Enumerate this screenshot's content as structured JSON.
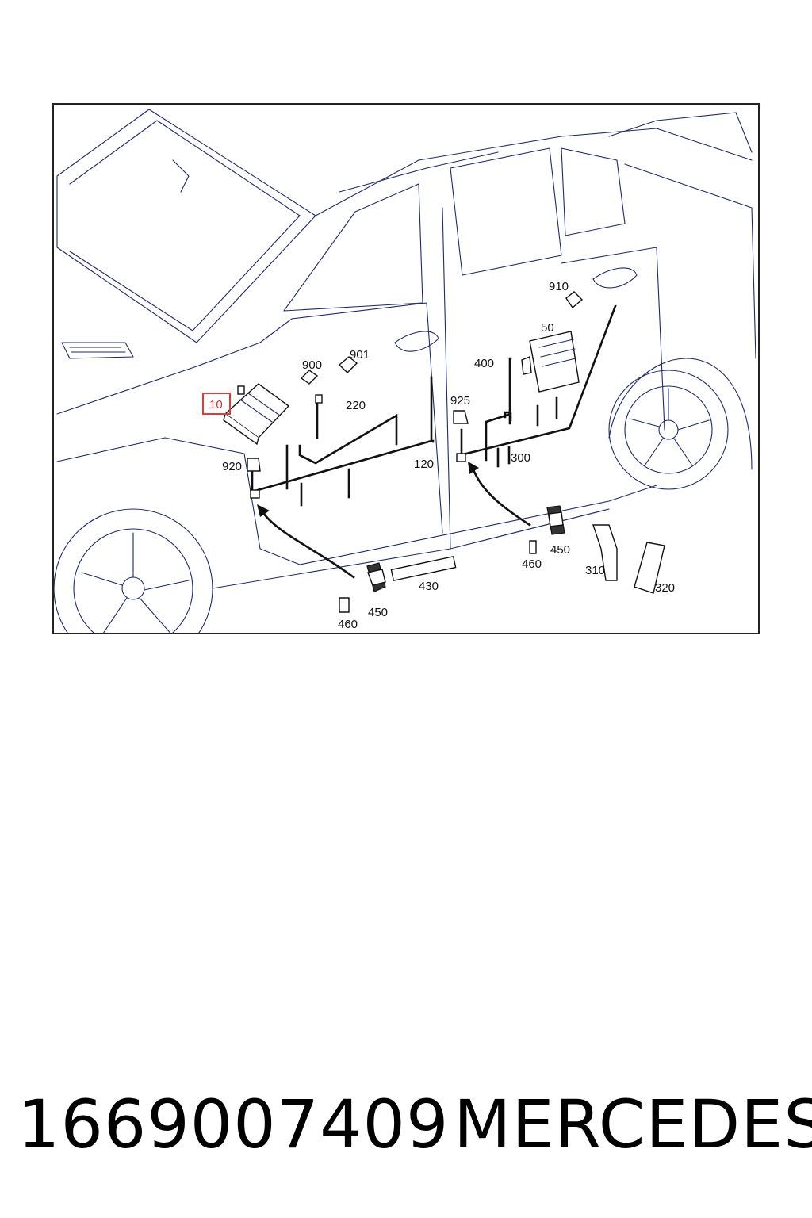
{
  "callouts": {
    "c10": "10",
    "c900": "900",
    "c901": "901",
    "c220": "220",
    "c920": "920",
    "c120": "120",
    "c910": "910",
    "c50": "50",
    "c400": "400",
    "c925": "925",
    "c300": "300",
    "c450a": "450",
    "c460a": "460",
    "c310": "310",
    "c320": "320",
    "c430": "430",
    "c450b": "450",
    "c460b": "460"
  },
  "highlight_color": "#e03a3a",
  "footer": {
    "part_number": "1669007409",
    "brand": "MERCEDES"
  }
}
